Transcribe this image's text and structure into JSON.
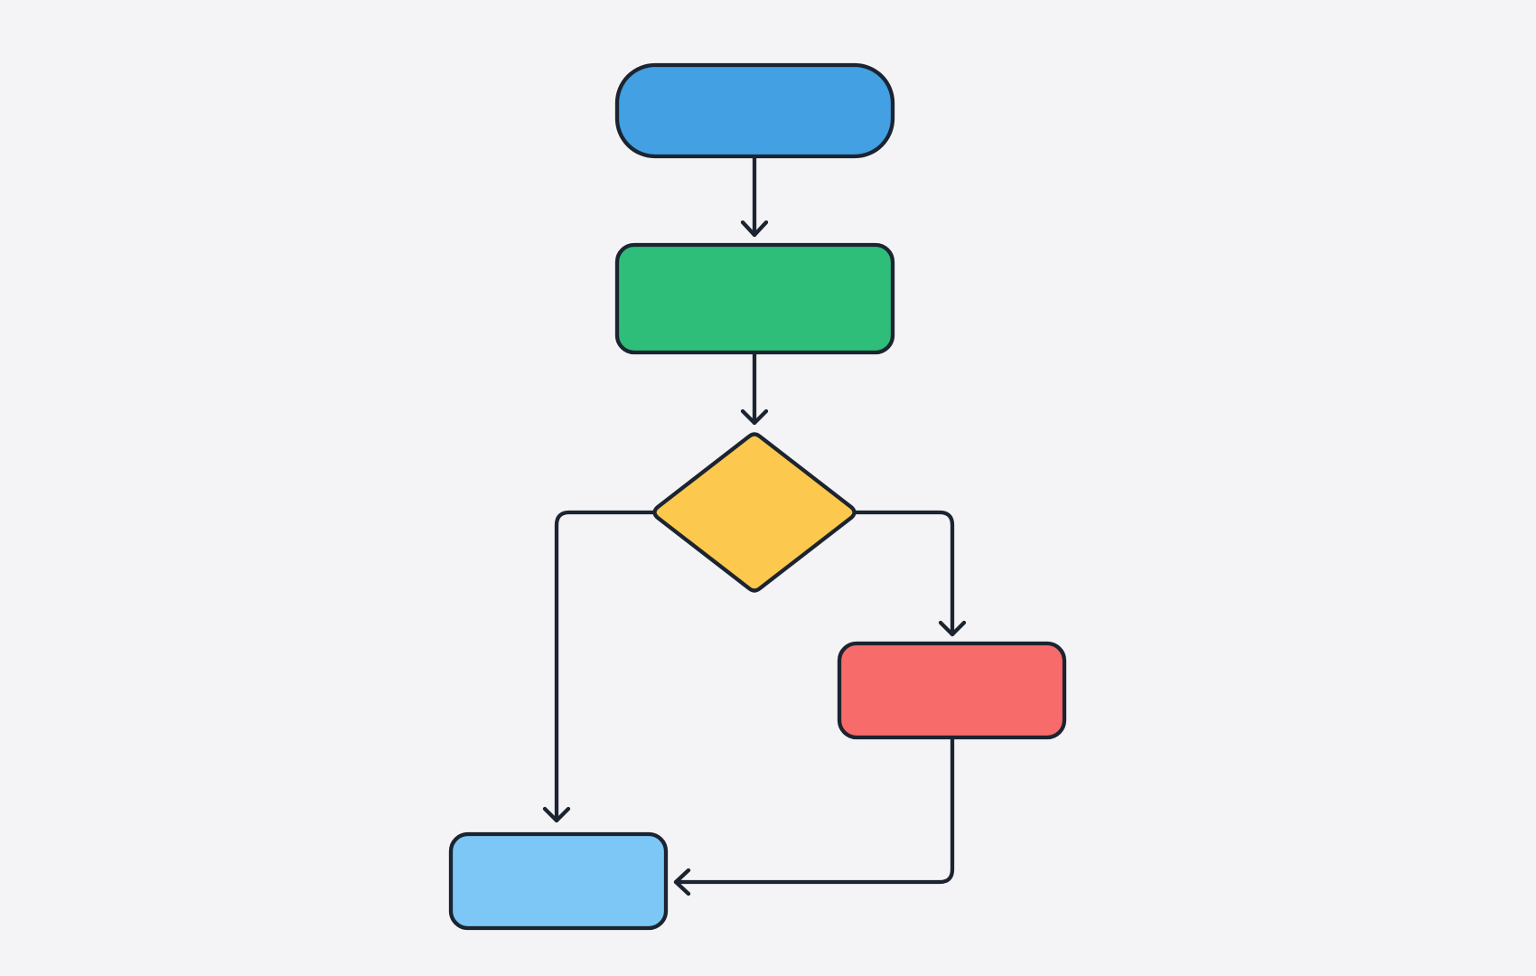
{
  "diagram": {
    "type": "flowchart",
    "nodes": [
      {
        "id": "start",
        "shape": "terminator",
        "color": "#42a0e3",
        "label": ""
      },
      {
        "id": "process",
        "shape": "process",
        "color": "#2fbd7a",
        "label": ""
      },
      {
        "id": "decision",
        "shape": "decision",
        "color": "#fcc84e",
        "label": ""
      },
      {
        "id": "right-step",
        "shape": "process",
        "color": "#f86b6b",
        "label": ""
      },
      {
        "id": "end",
        "shape": "process",
        "color": "#7cc7f5",
        "label": ""
      }
    ],
    "edges": [
      {
        "from": "start",
        "to": "process",
        "label": ""
      },
      {
        "from": "process",
        "to": "decision",
        "label": ""
      },
      {
        "from": "decision",
        "to": "end",
        "label": ""
      },
      {
        "from": "decision",
        "to": "right-step",
        "label": ""
      },
      {
        "from": "right-step",
        "to": "end",
        "label": ""
      }
    ],
    "line_color": "#1b2430",
    "background": "#f4f4f6"
  }
}
